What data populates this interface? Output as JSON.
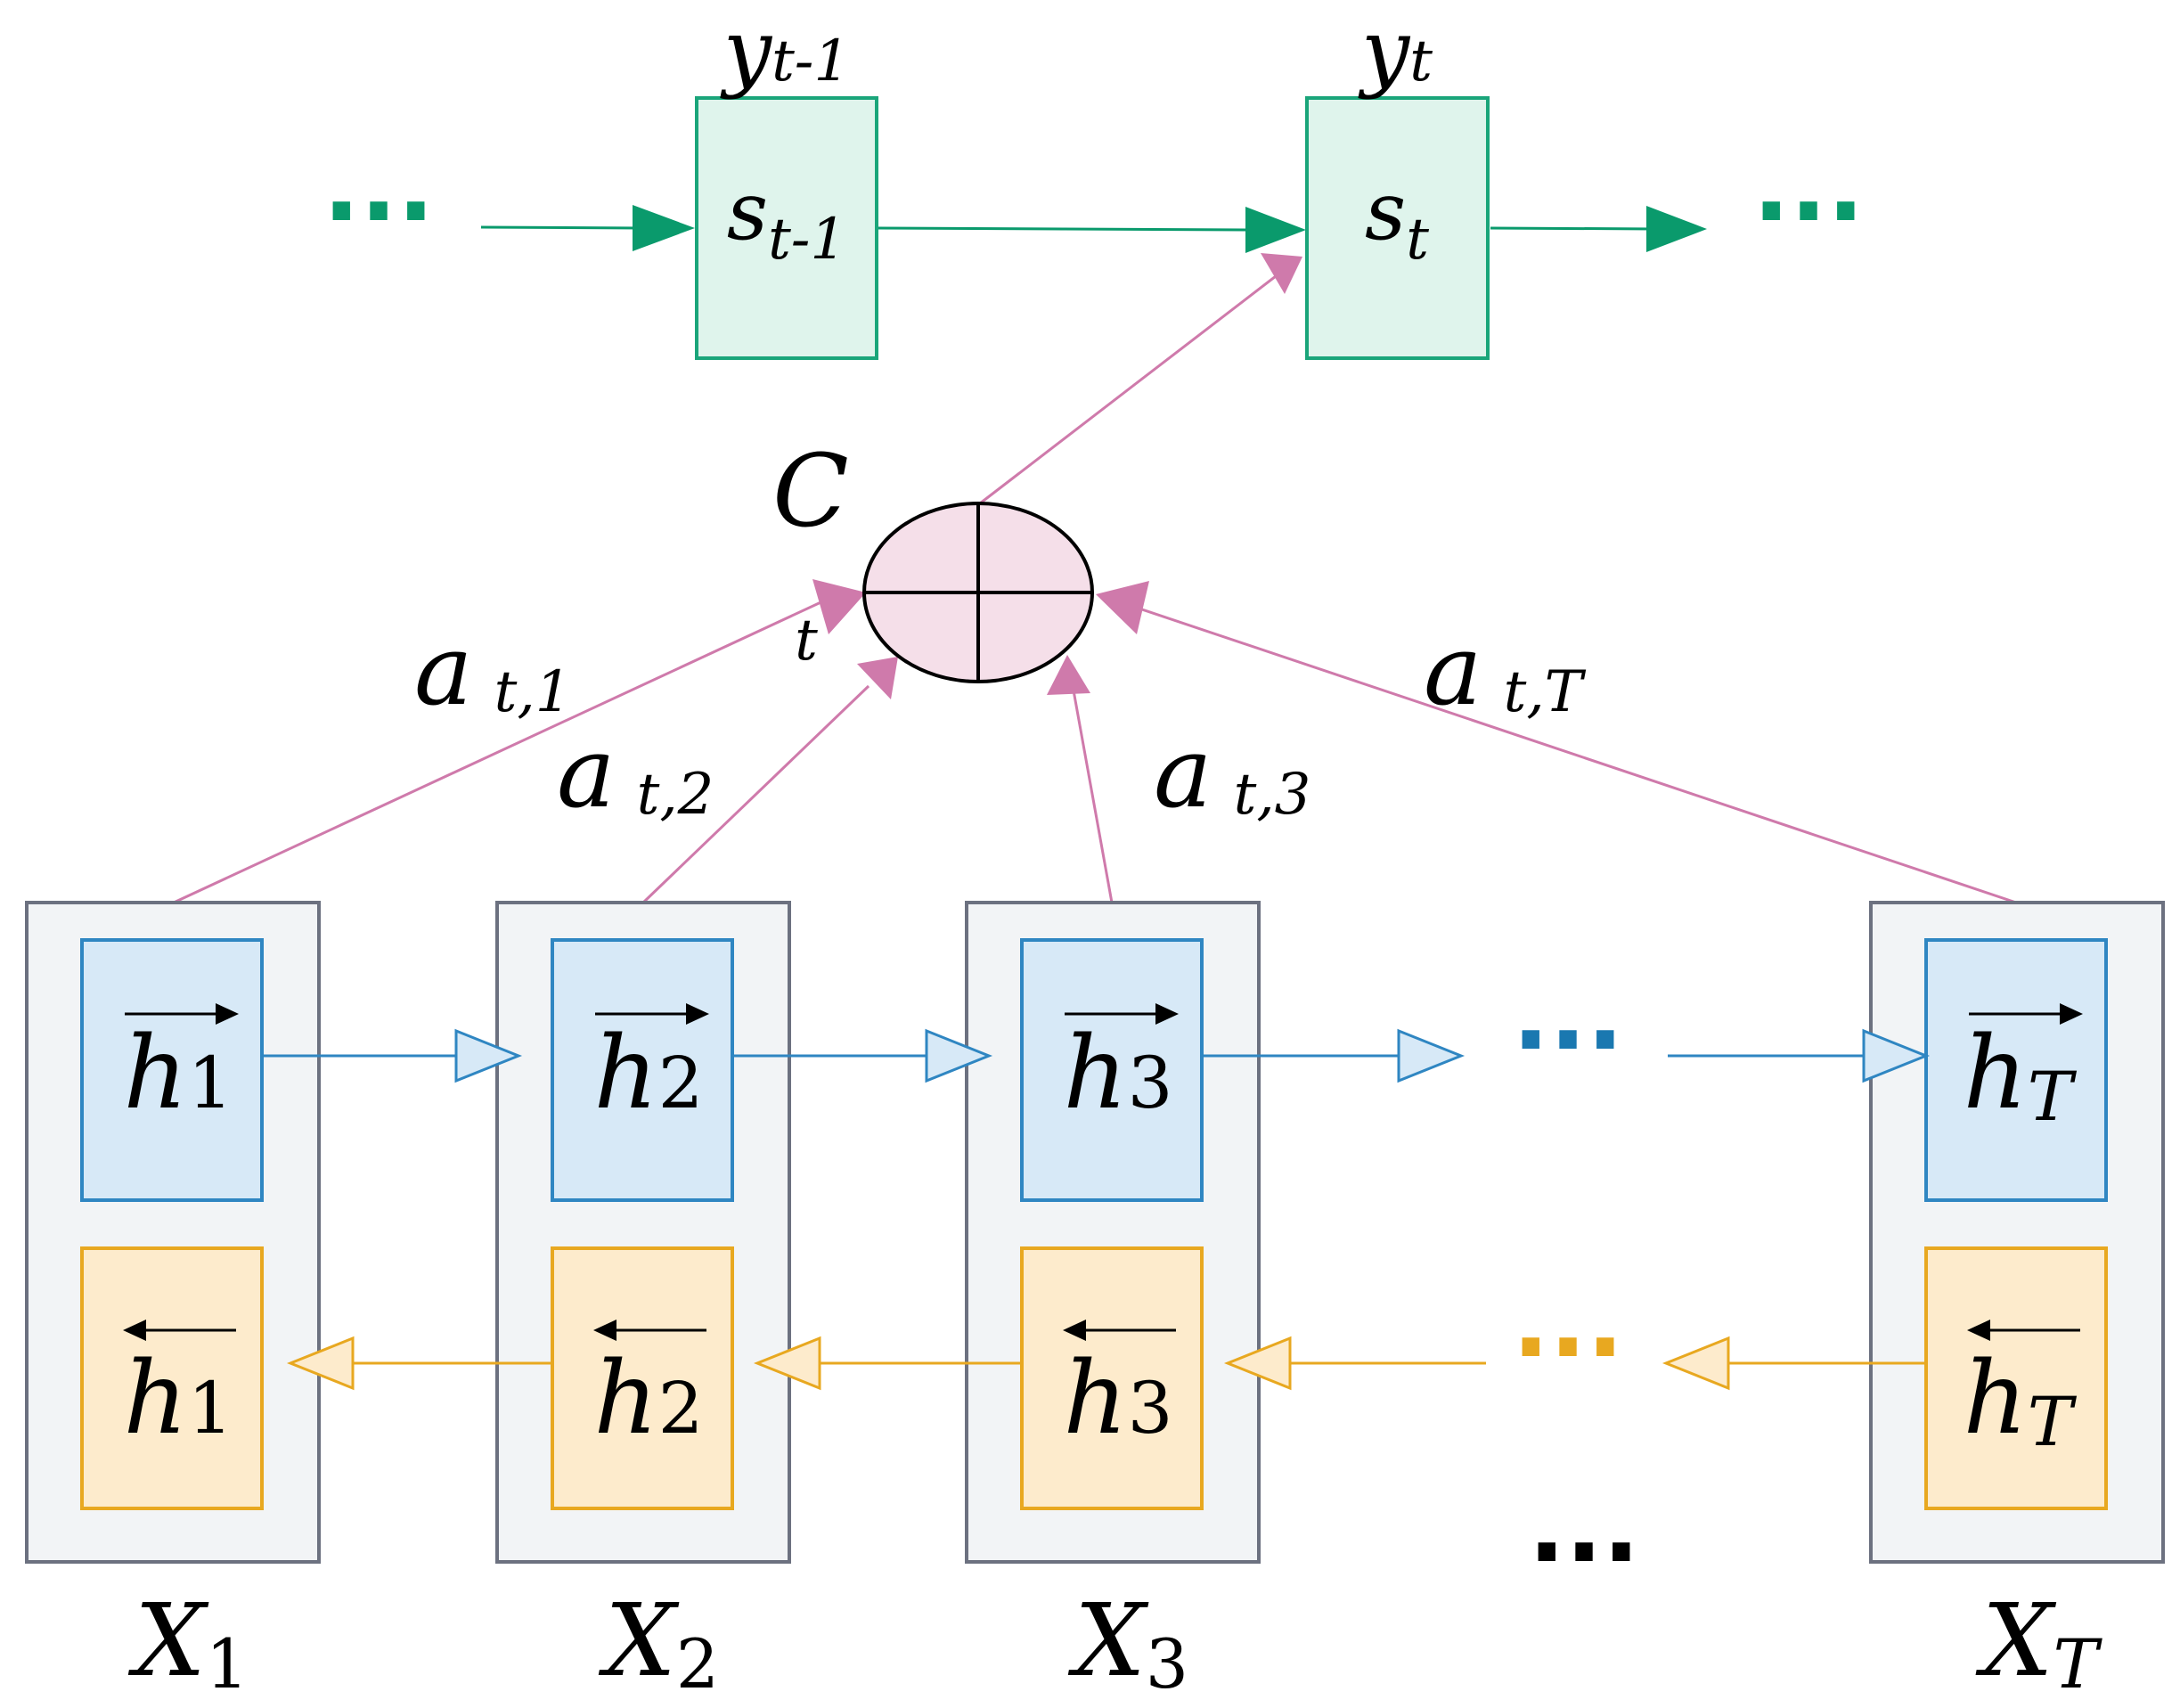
{
  "decoder": {
    "cells": [
      {
        "output_base": "y",
        "output_sub": "t-1",
        "state_base": "s",
        "state_sub": "t-1"
      },
      {
        "output_base": "y",
        "output_sub": "t",
        "state_base": "s",
        "state_sub": "t"
      }
    ],
    "ellipsis_left": "···",
    "ellipsis_right": "···"
  },
  "context": {
    "base": "C",
    "sub": "t"
  },
  "weights": [
    {
      "base": "a",
      "sub": "t,1"
    },
    {
      "base": "a",
      "sub": "t,2"
    },
    {
      "base": "a",
      "sub": "t,3"
    },
    {
      "base": "a",
      "sub": "t,T"
    }
  ],
  "encoder": {
    "columns": [
      {
        "forward_base": "h",
        "forward_sub": "1",
        "backward_base": "h",
        "backward_sub": "1",
        "input_base": "X",
        "input_sub": "1"
      },
      {
        "forward_base": "h",
        "forward_sub": "2",
        "backward_base": "h",
        "backward_sub": "2",
        "input_base": "X",
        "input_sub": "2"
      },
      {
        "forward_base": "h",
        "forward_sub": "3",
        "backward_base": "h",
        "backward_sub": "3",
        "input_base": "X",
        "input_sub": "3"
      },
      {
        "forward_base": "h",
        "forward_sub": "T",
        "backward_base": "h",
        "backward_sub": "T",
        "input_base": "X",
        "input_sub": "T"
      }
    ],
    "forward_ellipsis": "···",
    "backward_ellipsis": "···",
    "bottom_ellipsis": "···"
  },
  "colors": {
    "green_stroke": "#1aa57a",
    "green_fill": "#dff4ec",
    "green_arrow": "#0a9a6c",
    "pink_line": "#cf7aab",
    "pink_fill": "#f5dfe9",
    "blue_stroke": "#2f86c2",
    "blue_fill": "#d7e9f7",
    "orange_stroke": "#e8a820",
    "orange_fill": "#fdebcc",
    "gray_stroke": "#6c7180",
    "gray_fill": "#f2f4f6"
  }
}
